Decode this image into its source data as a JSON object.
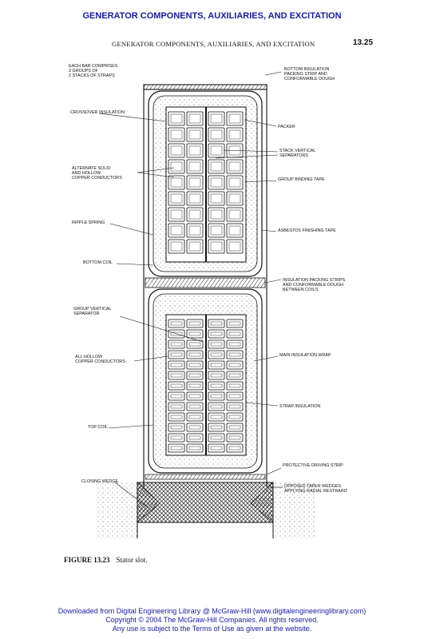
{
  "banner": "GENERATOR COMPONENTS, AUXILIARIES, AND EXCITATION",
  "running_head": "GENERATOR COMPONENTS, AUXILIARIES, AND EXCITATION",
  "page_number": "13.25",
  "labels": {
    "bar": "EACH BAR COMPRISES\n2 GROUPS OF\n2 STACKS OF STRAPS",
    "bottom_insulation": "BOTTOM INSULATION\nPACKING STRIP AND\nCONFORMABLE DOUGH",
    "crossover": "CROSSOVER INSULATION",
    "packer": "PACKER",
    "stack_sep": "STACK VERTICAL\nSEPARATORS",
    "alternate": "ALTERNATE SOLID\nAND HOLLOW\nCOPPER CONDUCTORS",
    "group_binding": "GROUP BINDING TAPE",
    "ripple": "RIPPLE SPRING",
    "asbestos": "ASBESTOS FINISHING TAPE",
    "bottom_coil": "BOTTOM COIL",
    "insulation_strips": "INSULATION PACKING STRIPS\nAND CONFORMABLE DOUGH\nBETWEEN COILS",
    "group_vertical": "GROUP VERTICAL\nSEPARATOR",
    "all_hollow": "ALL HOLLOW\nCOPPER CONDUCTORS",
    "main_wrap": "MAIN INSULATION WRAP",
    "strap": "STRAP INSULATION",
    "top_coil": "TOP COIL",
    "protective": "PROTECTIVE DRIVING STRIP",
    "closing": "CLOSING WEDGE",
    "opposed": "OPPOSED TAPER WEDGES\nAPPLYING RADIAL RESTRAINT"
  },
  "caption": {
    "number": "FIGURE 13.23",
    "text": "Stator slot."
  },
  "footer": {
    "line1": "Downloaded from Digital Engineering Library @ McGraw-Hill (www.digitalengineeringlibrary.com)",
    "line2": "Copyright © 2004 The McGraw-Hill Companies. All rights reserved.",
    "line3": "Any use is subject to the Terms of Use as given at the website."
  }
}
